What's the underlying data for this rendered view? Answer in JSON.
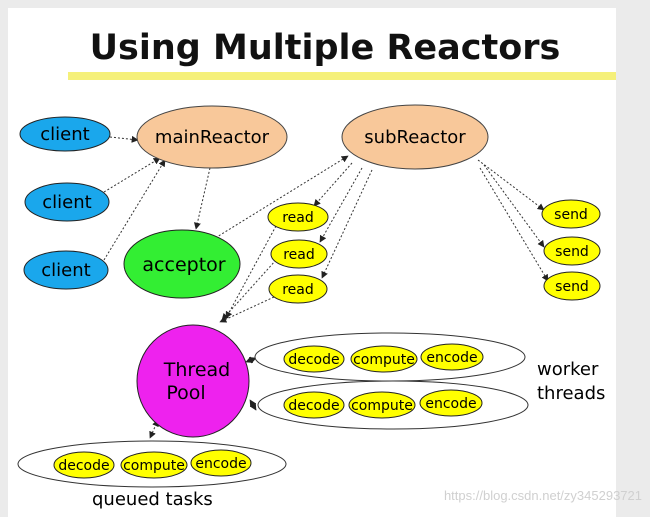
{
  "title": "Using Multiple Reactors",
  "nodes": {
    "client_1": "client",
    "client_2": "client",
    "client_3": "client",
    "main_reactor": "mainReactor",
    "sub_reactor": "subReactor",
    "acceptor": "acceptor",
    "read_1": "read",
    "read_2": "read",
    "read_3": "read",
    "send_1": "send",
    "send_2": "send",
    "send_3": "send",
    "thread_pool_line1": "Thread",
    "thread_pool_line2": "Pool"
  },
  "worker_groups": [
    {
      "decode": "decode",
      "compute": "compute",
      "encode": "encode"
    },
    {
      "decode": "decode",
      "compute": "compute",
      "encode": "encode"
    }
  ],
  "queued_group": {
    "decode": "decode",
    "compute": "compute",
    "encode": "encode"
  },
  "captions": {
    "worker_line1": "worker",
    "worker_line2": "threads",
    "queued": "queued tasks"
  },
  "watermark": "https://blog.csdn.net/zy345293721",
  "colors": {
    "client": "#1aa7ec",
    "reactor": "#f8c89a",
    "acceptor": "#33ee33",
    "task": "#ffff00",
    "thread_pool": "#ee22ee",
    "title_highlight": "#f5f07a"
  }
}
